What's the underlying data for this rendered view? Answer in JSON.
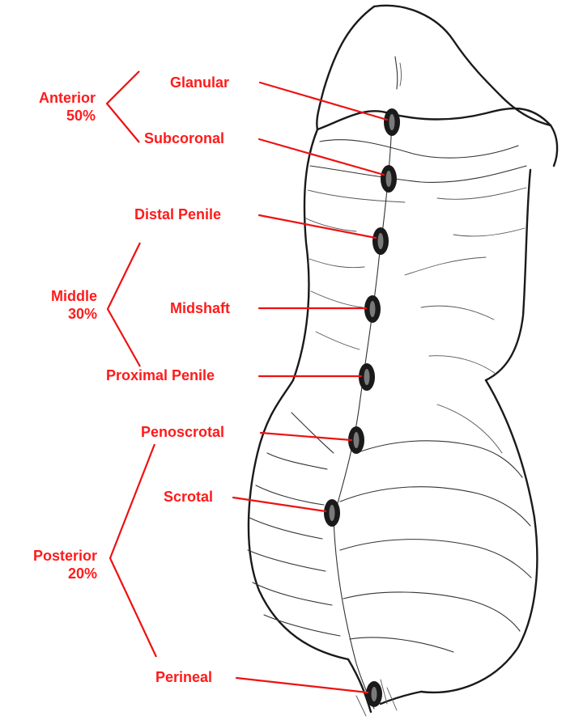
{
  "groups": [
    {
      "name": "Anterior",
      "percent": "50%"
    },
    {
      "name": "Middle",
      "percent": "30%"
    },
    {
      "name": "Posterior",
      "percent": "20%"
    }
  ],
  "locations": [
    "Glanular",
    "Subcoronal",
    "Distal Penile",
    "Midshaft",
    "Proximal Penile",
    "Penoscrotal",
    "Scrotal",
    "Perineal"
  ],
  "colors": {
    "label": "#ff1a1a",
    "line": "#ee1111",
    "drawing": "#1a1a1a"
  }
}
